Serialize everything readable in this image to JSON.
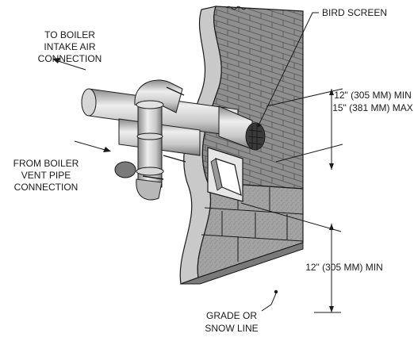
{
  "labels": {
    "intake": [
      "TO BOILER",
      "INTAKE AIR",
      "CONNECTION"
    ],
    "vent": [
      "FROM BOILER",
      "VENT PIPE",
      "CONNECTION"
    ],
    "bird_screen": "BIRD SCREEN",
    "dim_top_min": "12\" (305 MM) MIN",
    "dim_top_max": "15\" (381 MM) MAX",
    "dim_bottom_min": "12\" (305 MM) MIN",
    "grade": [
      "GRADE OR",
      "SNOW LINE"
    ]
  },
  "colors": {
    "wall_face": "#8f8f8f",
    "wall_side": "#c9c9c9",
    "foundation": "#a3a3a3",
    "pipe_light": "#e4e4e4",
    "pipe_mid": "#bdbdbd",
    "pipe_dark": "#8a8a8a",
    "line": "#1a1a1a"
  }
}
